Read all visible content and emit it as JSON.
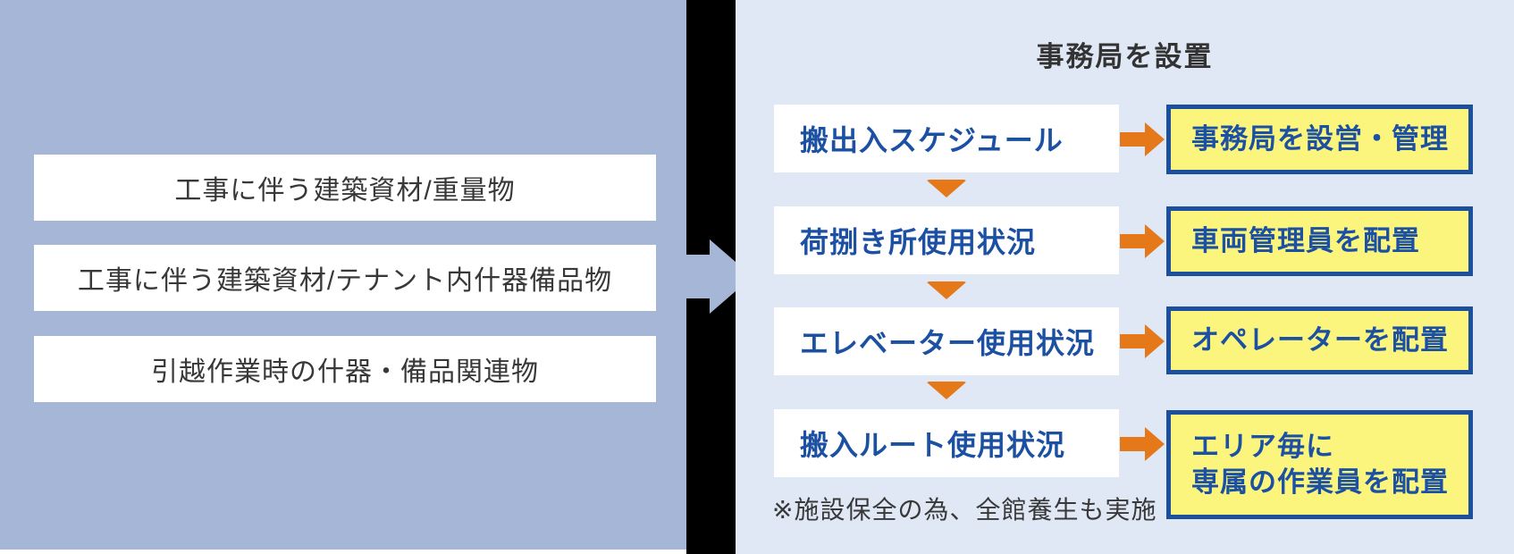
{
  "title": "事務局を設置",
  "left_panel": {
    "items": [
      "工事に伴う建築資材/重量物",
      "工事に伴う建築資材/テナント内什器備品物",
      "引越作業時の什器・備品関連物"
    ]
  },
  "flow": {
    "steps": [
      "搬出入スケジュール",
      "荷捌き所使用状況",
      "エレベーター使用状況",
      "搬入ルート使用状況"
    ],
    "actions": [
      "事務局を設営・管理",
      "車両管理員を配置",
      "オペレーターを配置",
      "エリア毎に\n専属の作業員を配置"
    ],
    "note": "※施設保全の為、全館養生も実施"
  },
  "colors": {
    "left_panel_bg": "#a5b6d7",
    "right_panel_bg": "#e0e8f6",
    "divider": "#000000",
    "dark_text": "#383838",
    "accent_blue": "#1b50a2",
    "yellow_bg": "#fbf57e",
    "yellow_border": "#1c4f9e",
    "orange": "#e5791a"
  }
}
